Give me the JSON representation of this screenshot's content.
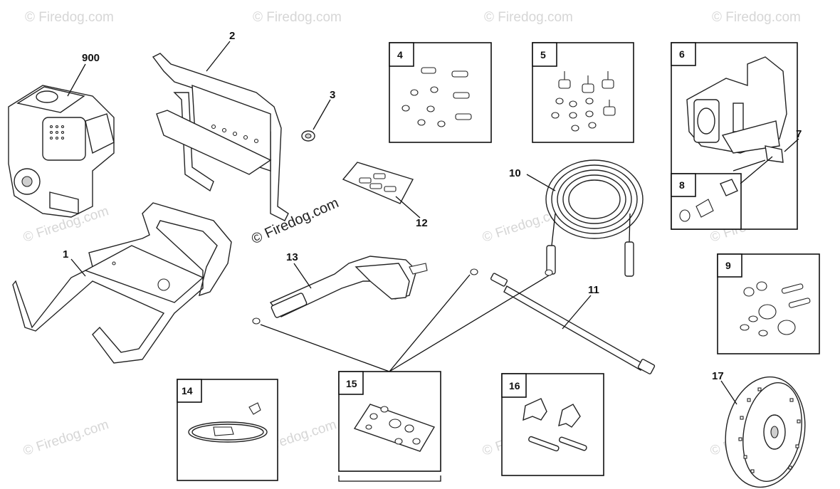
{
  "watermark": {
    "main_text": "© Firedog.com",
    "faint_text": "© Firedog.com"
  },
  "callouts": {
    "p900": "900",
    "p1": "1",
    "p2": "2",
    "p3": "3",
    "p7": "7",
    "p10": "10",
    "p11": "11",
    "p12": "12",
    "p13": "13",
    "p17": "17"
  },
  "boxes": {
    "b4": "4",
    "b5": "5",
    "b6": "6",
    "b8": "8",
    "b9": "9",
    "b14": "14",
    "b15": "15",
    "b16": "16"
  },
  "colors": {
    "line": "#111111",
    "watermark_faint": "#d6d6d6"
  }
}
